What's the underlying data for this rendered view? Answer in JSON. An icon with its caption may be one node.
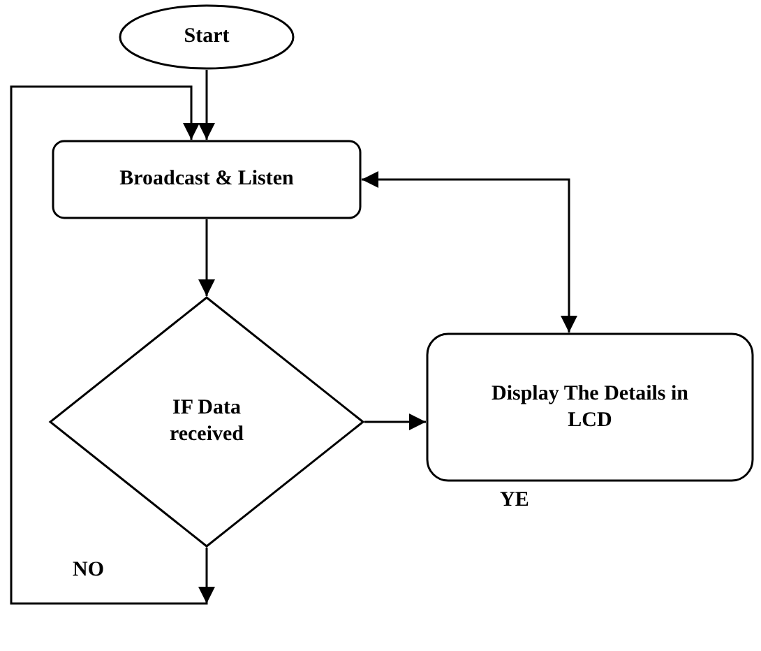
{
  "diagram": {
    "nodes": [
      {
        "text": [
          "Start"
        ]
      },
      {
        "text": [
          "Broadcast & Listen"
        ]
      },
      {
        "text": [
          "IF Data received"
        ]
      },
      {
        "text": [
          "Display The Details in LCD"
        ]
      }
    ],
    "edges": [
      {
        "from": 0,
        "to": 1,
        "arrow": "to"
      },
      {
        "from": 1,
        "to": 2,
        "arrow": "to"
      },
      {
        "from": 2,
        "to": 3,
        "arrow": "to",
        "label": "YE"
      },
      {
        "from": 2,
        "to": 1,
        "arrow": "to",
        "label": "NO"
      },
      {
        "from": 1,
        "to": 3,
        "arrow": "both"
      }
    ]
  }
}
